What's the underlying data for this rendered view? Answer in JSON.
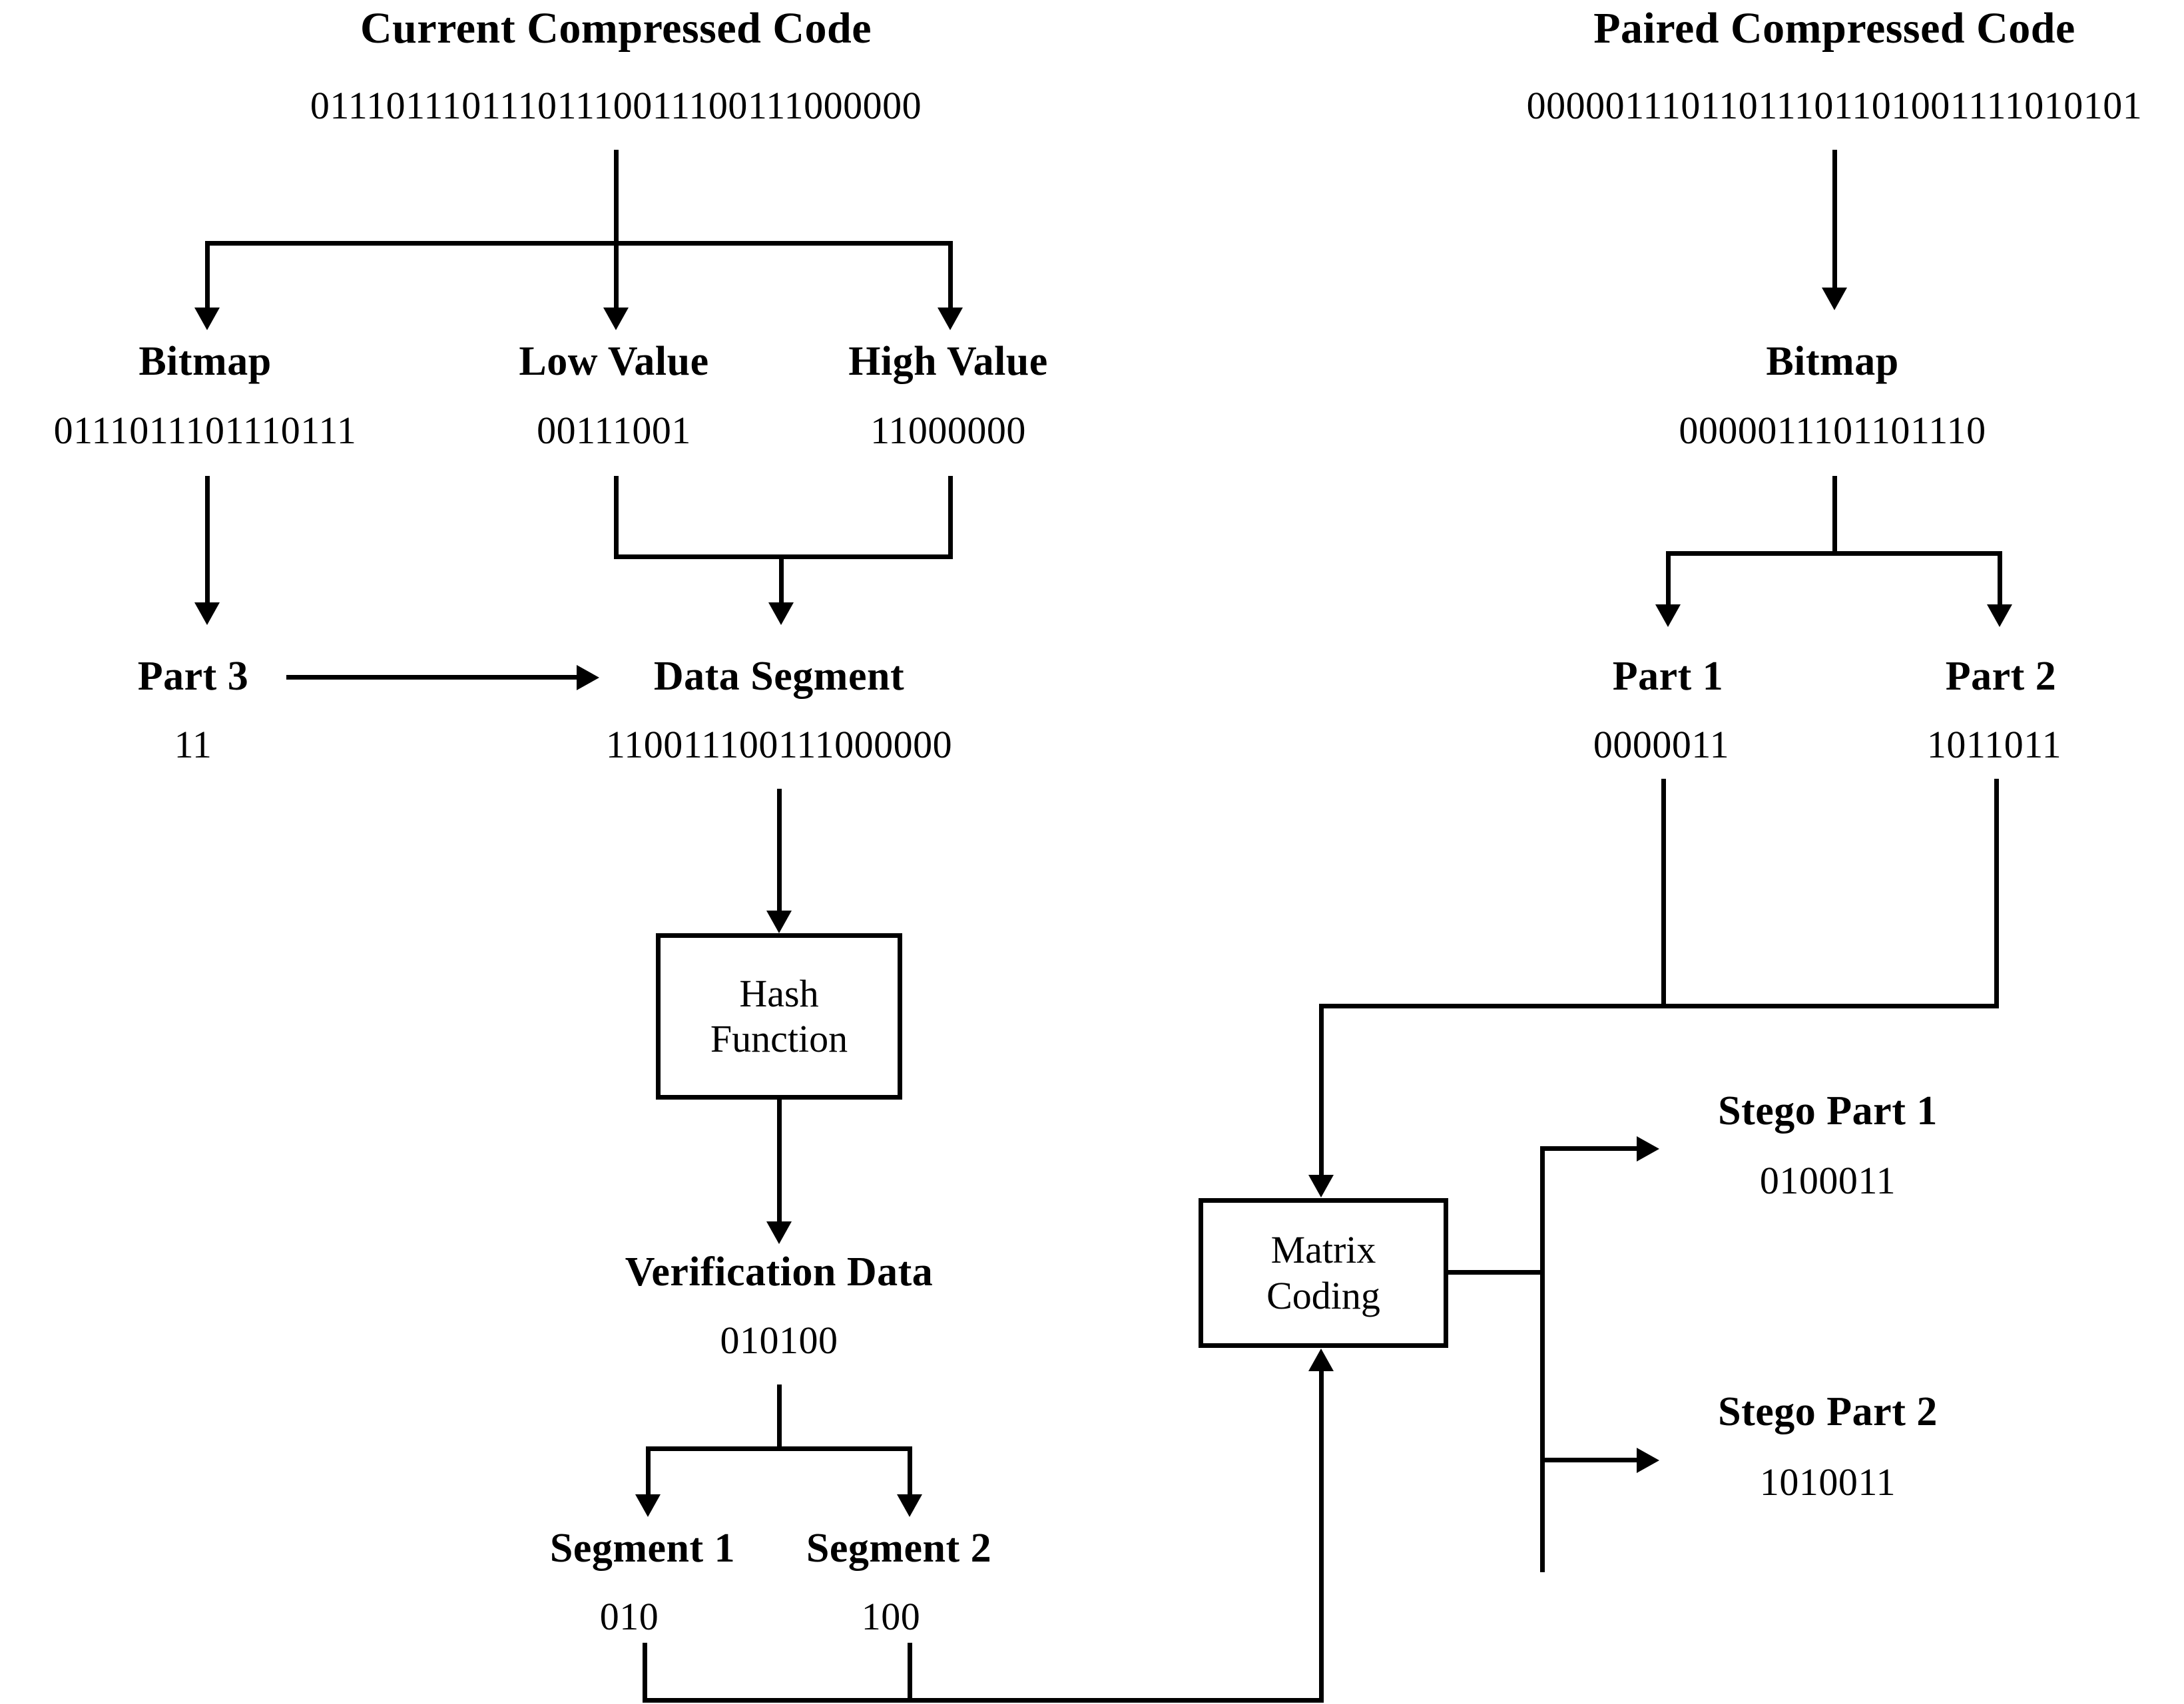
{
  "diagram": {
    "title_left": "Current Compressed Code",
    "title_right": "Paired Compressed Code",
    "left": {
      "compressed_code": "01110111011101110011100111000000",
      "bitmap_label": "Bitmap",
      "bitmap_value": "0111011101110111",
      "low_label": "Low Value",
      "low_value": "00111001",
      "high_label": "High Value",
      "high_value": "11000000",
      "part3_label": "Part 3",
      "part3_value": "11",
      "data_segment_label": "Data Segment",
      "data_segment_value": "110011100111000000",
      "hash_box_line1": "Hash",
      "hash_box_line2": "Function",
      "verification_label": "Verification Data",
      "verification_value": "010100",
      "segment1_label": "Segment 1",
      "segment1_value": "010",
      "segment2_label": "Segment 2",
      "segment2_value": "100"
    },
    "right": {
      "compressed_code": "00000111011011101101001111010101",
      "bitmap_label": "Bitmap",
      "bitmap_value": "0000011101101110",
      "part1_label": "Part 1",
      "part1_value": "0000011",
      "part2_label": "Part 2",
      "part2_value": "1011011",
      "matrix_box_line1": "Matrix",
      "matrix_box_line2": "Coding",
      "stego1_label": "Stego Part 1",
      "stego1_value": "0100011",
      "stego2_label": "Stego Part 2",
      "stego2_value": "1010011"
    },
    "colors": {
      "ink": "#000000",
      "paper": "#ffffff"
    }
  }
}
